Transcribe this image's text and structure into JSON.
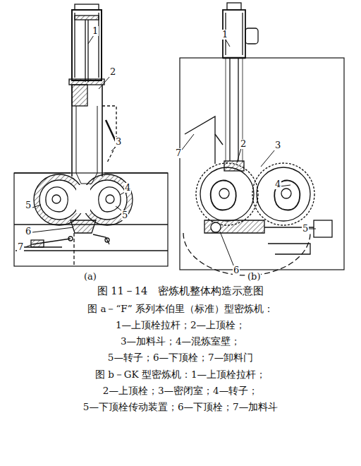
{
  "diagram": {
    "title": "图 11－14　密炼机整体构造示意图",
    "labels": [
      "(a)",
      "(b)",
      "1",
      "2",
      "3",
      "4",
      "5",
      "5",
      "6",
      "7",
      "1",
      "2",
      "3",
      "4",
      "5",
      "6",
      "7",
      "图 a－“F” 系列本伯里（标准）型密炼机：",
      "1—上顶栓拉杆；2—上顶栓；",
      "3—加料斗；4—混炼室壁；",
      "5—转子；6—下顶栓；7—卸料门",
      "图 b－GK 型密炼机：1—上顶栓拉杆；",
      "2—上顶栓；3—密闭室；4—转子；",
      "5—下顶栓传动装置；6—下顶栓；7—加料斗"
    ]
  }
}
